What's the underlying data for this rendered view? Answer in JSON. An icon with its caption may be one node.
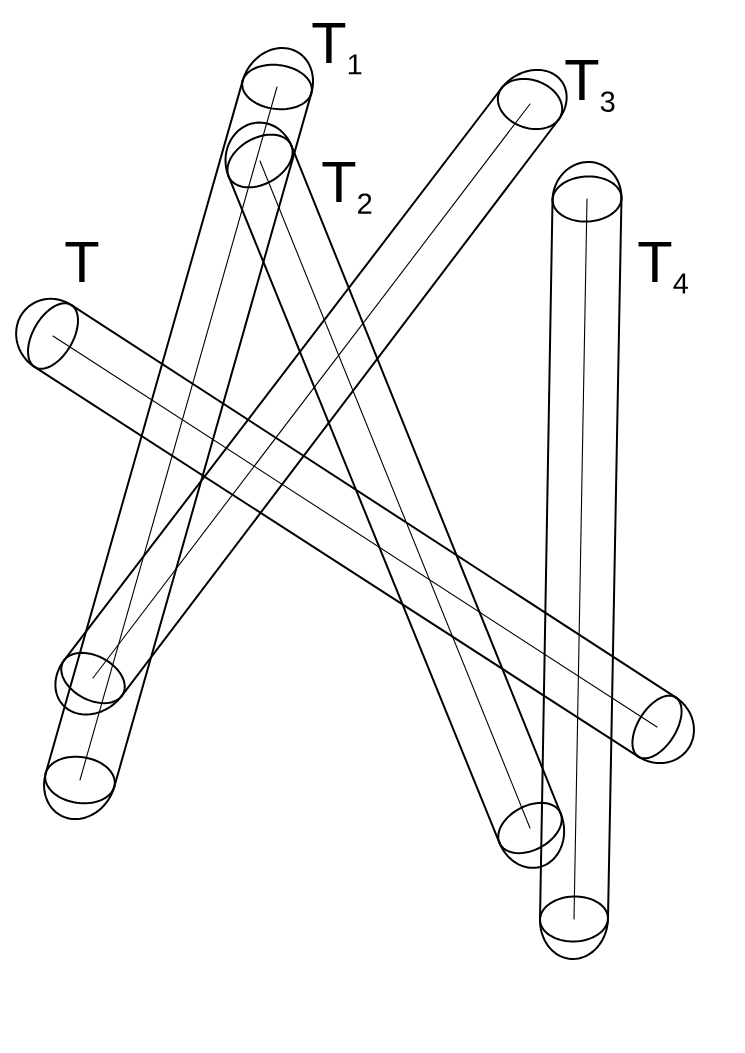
{
  "diagram": {
    "labels": [
      "T$_{1}$",
      "T$_{3}$",
      "T$_{2}$",
      "T",
      "T$_{4}$"
    ]
  }
}
